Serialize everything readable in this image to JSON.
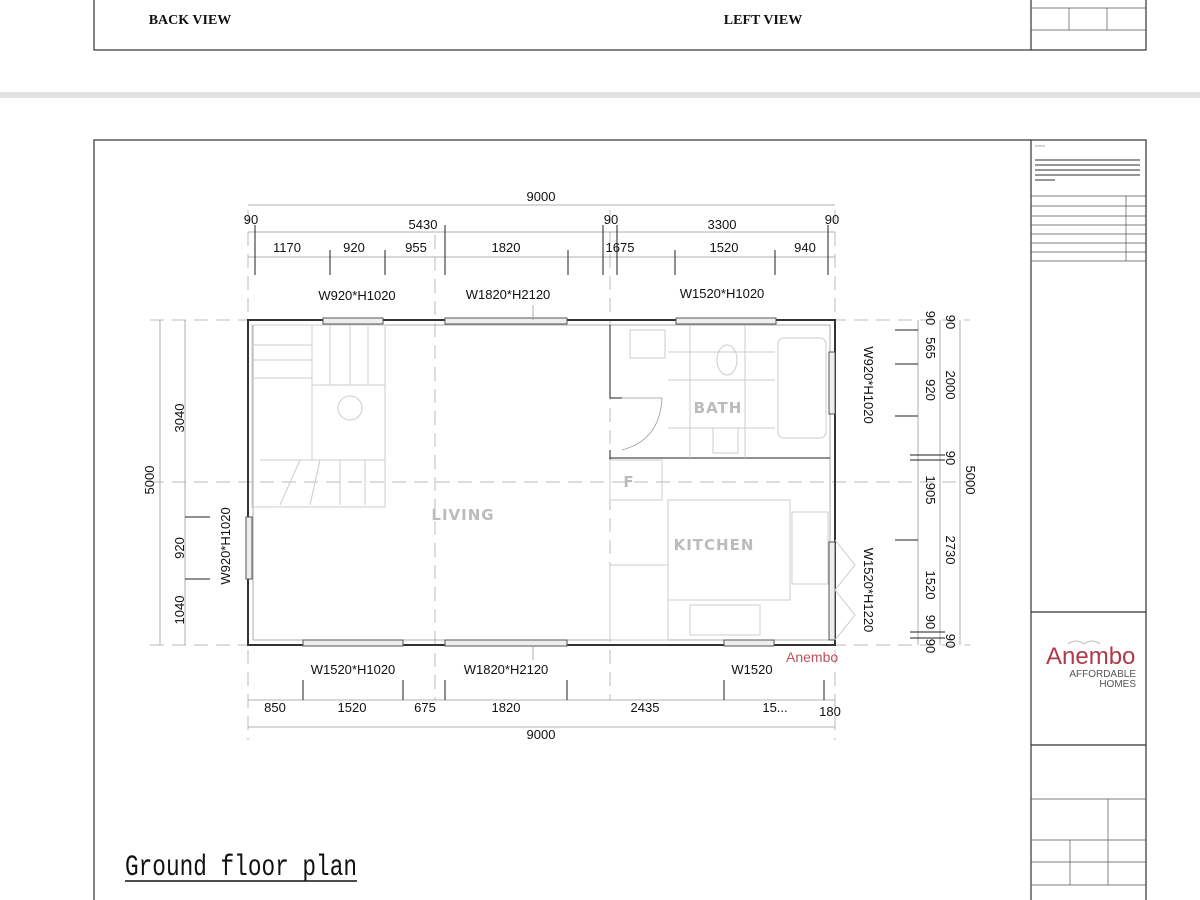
{
  "top_sheet": {
    "back_view_label": "BACK VIEW",
    "left_view_label": "LEFT VIEW"
  },
  "plan": {
    "title": "Ground floor plan",
    "rooms": {
      "living": "LIVING",
      "bath": "BATH",
      "kitchen": "KITCHEN",
      "fridge": "F"
    },
    "top_dims": {
      "overall": "9000",
      "row2": [
        "90",
        "5430",
        "90",
        "3300",
        "90"
      ],
      "row3": [
        "1170",
        "920",
        "955",
        "1820",
        "1675",
        "1520",
        "940"
      ]
    },
    "top_windows": [
      "W920*H1020",
      "W1820*H2120",
      "W1520*H1020"
    ],
    "bottom_windows": [
      "W1520*H1020",
      "W1820*H2120",
      "W1520"
    ],
    "bottom_dims": {
      "row1": [
        "850",
        "1520",
        "675",
        "1820",
        "2435",
        "15...",
        "180"
      ],
      "overall": "9000"
    },
    "left_dims": {
      "overall": "5000",
      "segments": [
        "3040",
        "920",
        "1040"
      ],
      "window": "W920*H1020"
    },
    "right_windows": [
      "W920*H1020",
      "W1520*H1220"
    ],
    "right_dims": {
      "inner": [
        "90",
        "565",
        "920",
        "1905",
        "90",
        "1520",
        "90"
      ],
      "middle": [
        "90",
        "2000",
        "90",
        "2730",
        "90"
      ],
      "overall": "5000"
    }
  },
  "title_block": {
    "logo_main": "Anembo",
    "logo_sub1": "AFFORDABLE",
    "logo_sub2": "HOMES",
    "logo_color": "#b03a48"
  }
}
